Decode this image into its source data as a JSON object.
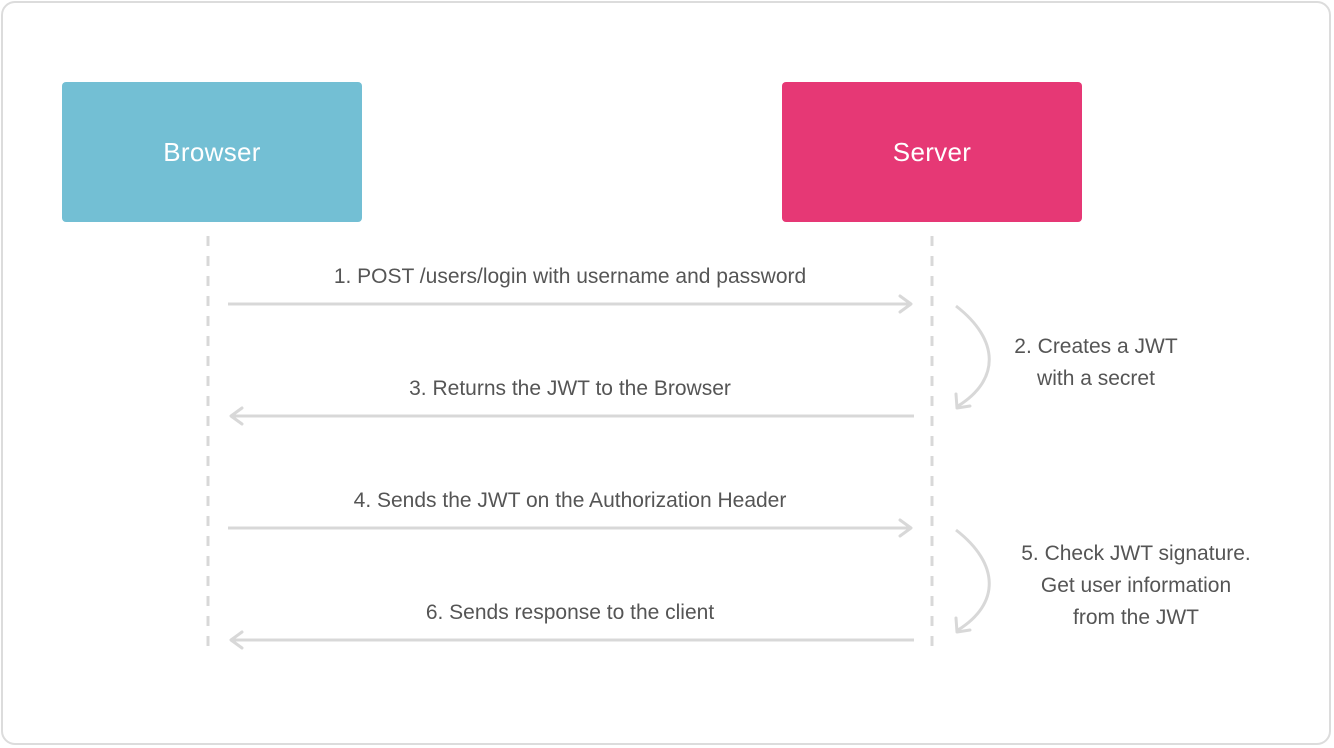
{
  "actors": {
    "browser": {
      "label": "Browser",
      "color": "#73bfd4"
    },
    "server": {
      "label": "Server",
      "color": "#e63875"
    }
  },
  "messages": {
    "m1": "1. POST /users/login with username and password",
    "m3": "3. Returns the JWT to the Browser",
    "m4": "4. Sends the JWT on the Authorization Header",
    "m6": "6. Sends response to the client"
  },
  "notes": {
    "n2": [
      "2. Creates a JWT",
      "with a secret"
    ],
    "n5": [
      "5. Check JWT signature.",
      "Get user information",
      "from the JWT"
    ]
  },
  "colors": {
    "line": "#d8d8d8",
    "text": "#555555",
    "border": "#dcdcdc"
  }
}
